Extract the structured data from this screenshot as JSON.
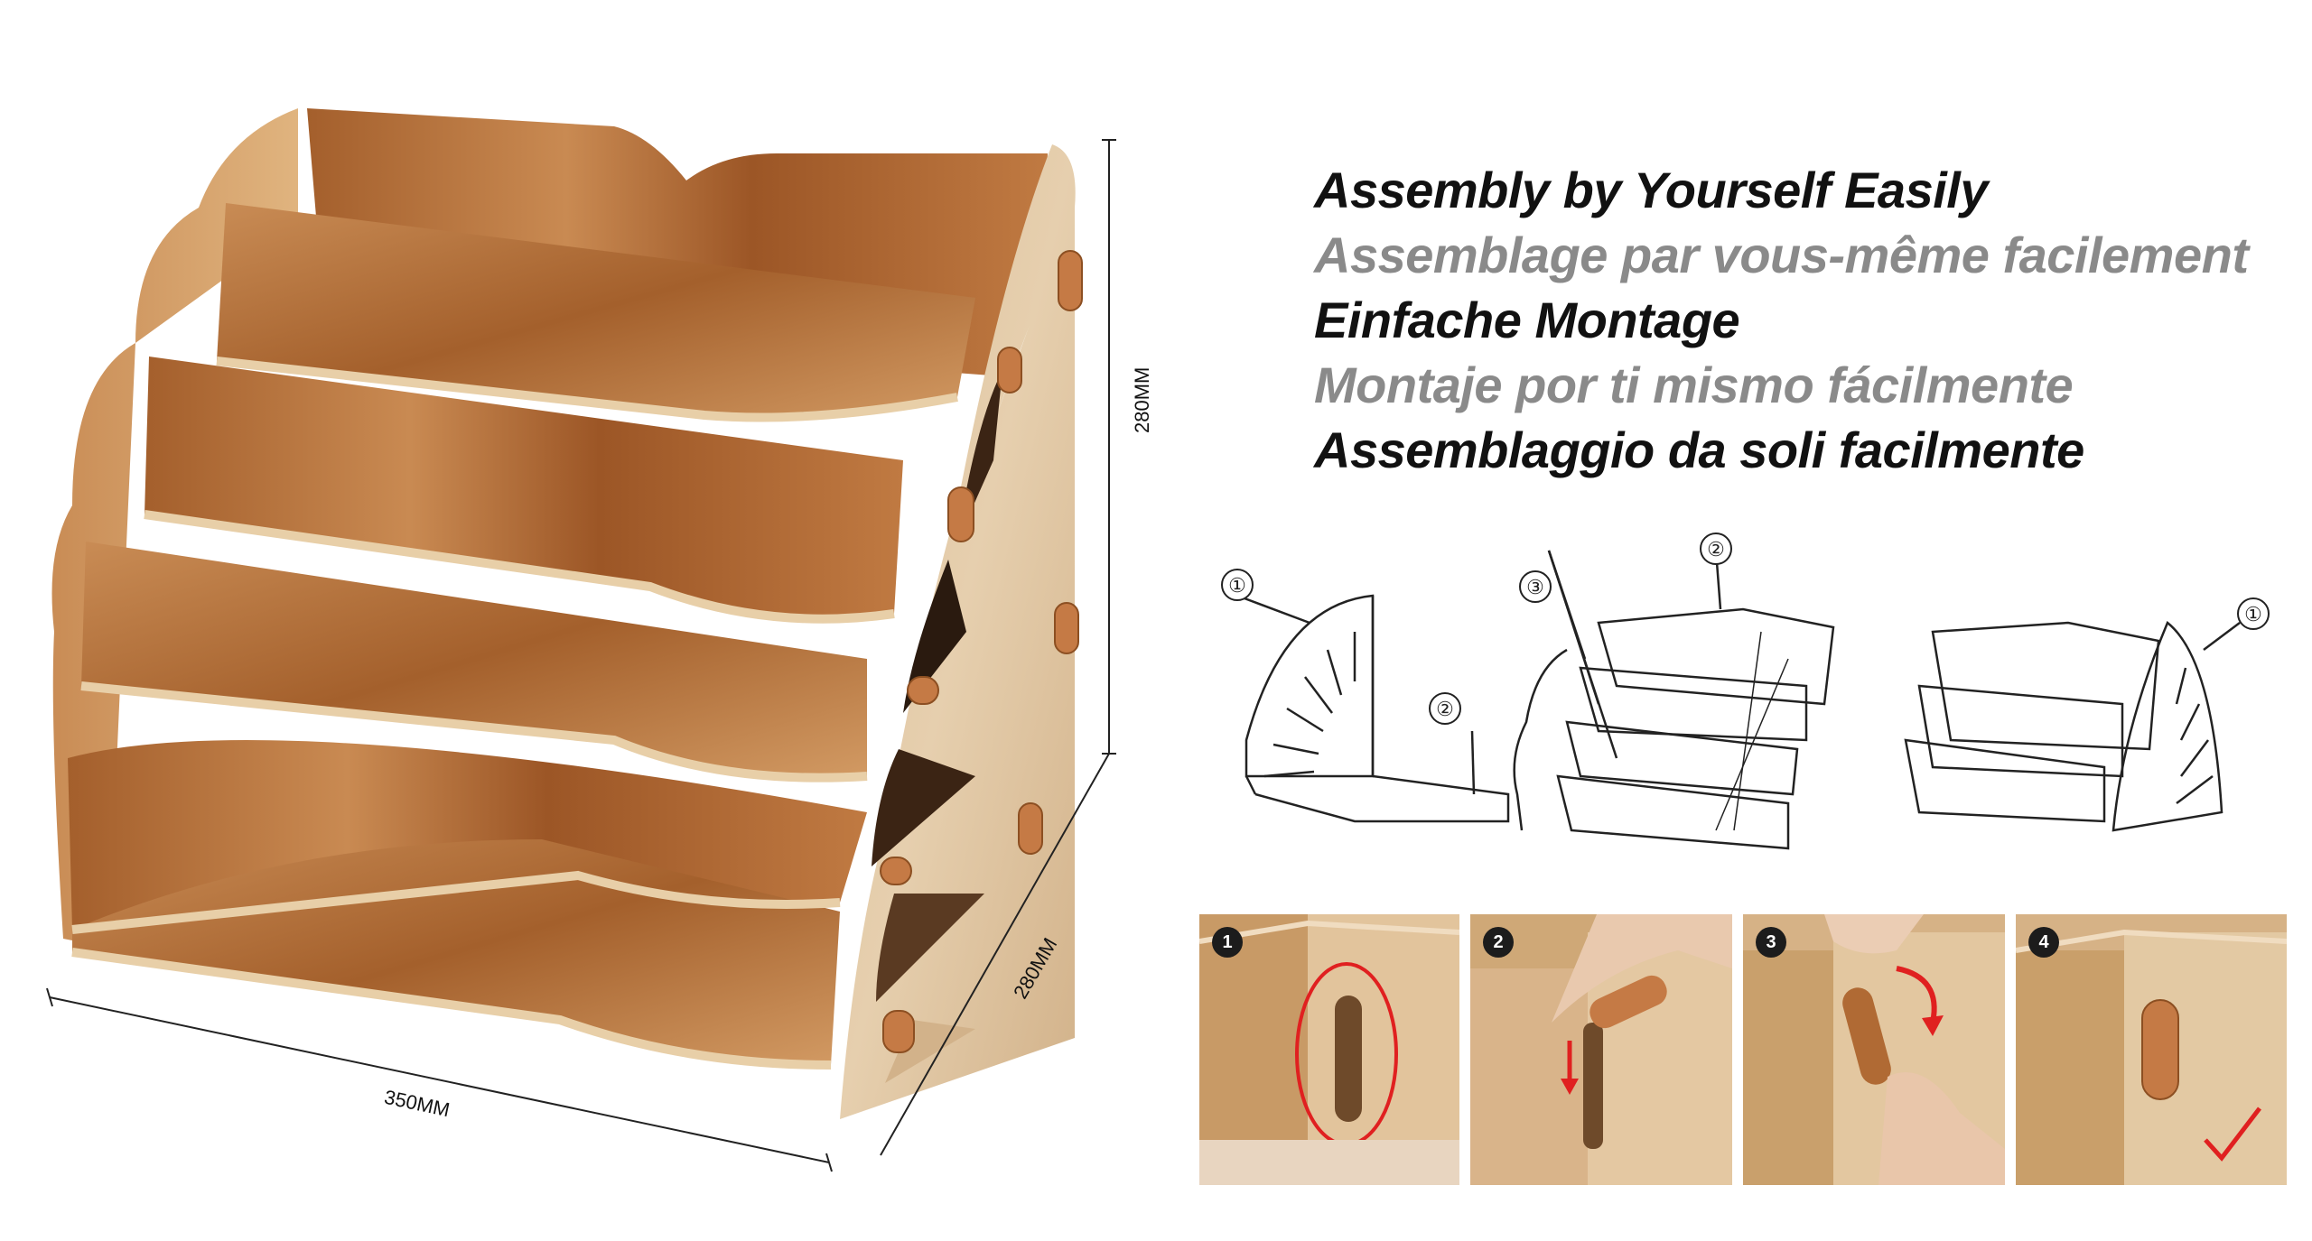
{
  "headlines": [
    {
      "text": "Assembly by Yourself Easily",
      "tone": "dark"
    },
    {
      "text": "Assemblage par vous-même facilement",
      "tone": "grey"
    },
    {
      "text": "Einfache Montage",
      "tone": "dark"
    },
    {
      "text": "Montaje por ti mismo fácilmente",
      "tone": "grey"
    },
    {
      "text": "Assemblaggio da soli facilmente",
      "tone": "dark"
    }
  ],
  "dimensions": {
    "height": "280MM",
    "depth": "280MM",
    "width": "350MM"
  },
  "diagram": {
    "callout_1": "①",
    "callout_2": "②",
    "callout_3": "③"
  },
  "steps": [
    {
      "number": "1"
    },
    {
      "number": "2"
    },
    {
      "number": "3"
    },
    {
      "number": "4"
    }
  ],
  "colors": {
    "wood_dark": "#b06a34",
    "wood_light": "#d9b98f",
    "peg": "#c57a45",
    "highlight_red": "#e02020"
  }
}
